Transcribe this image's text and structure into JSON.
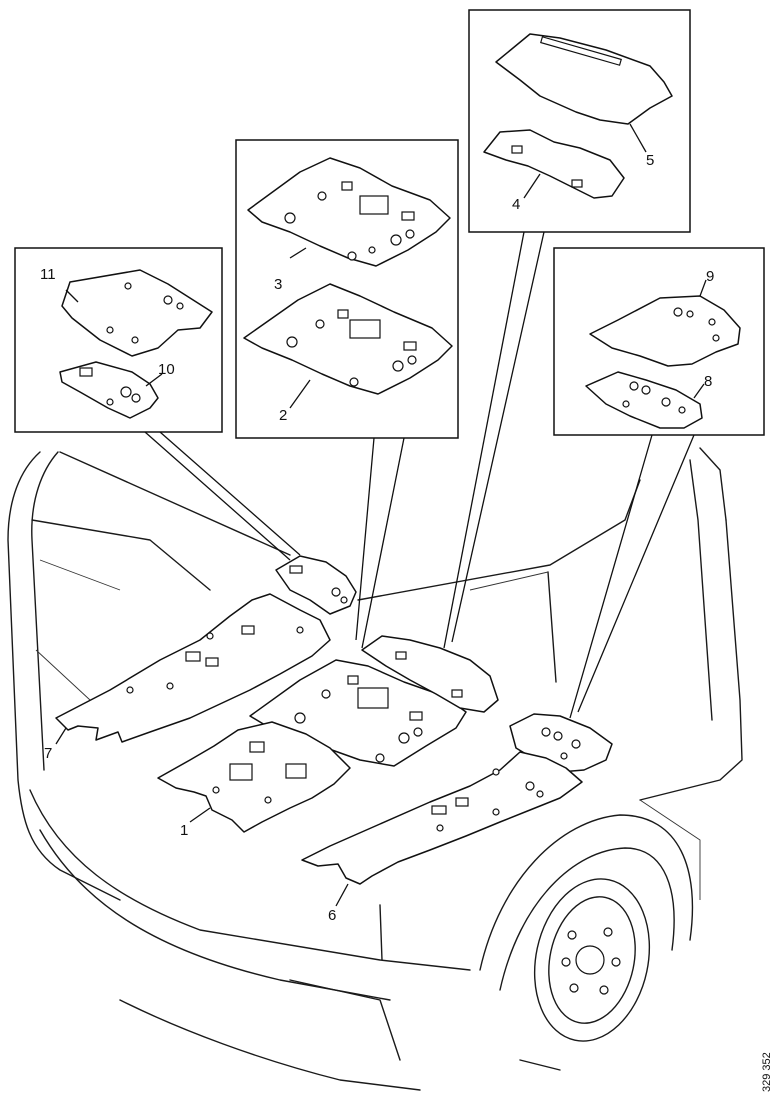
{
  "callouts": {
    "c1": "1",
    "c2": "2",
    "c3": "3",
    "c4": "4",
    "c5": "5",
    "c6": "6",
    "c7": "7",
    "c8": "8",
    "c9": "9",
    "c10": "10",
    "c11": "11"
  },
  "doc_reference": "329 352"
}
